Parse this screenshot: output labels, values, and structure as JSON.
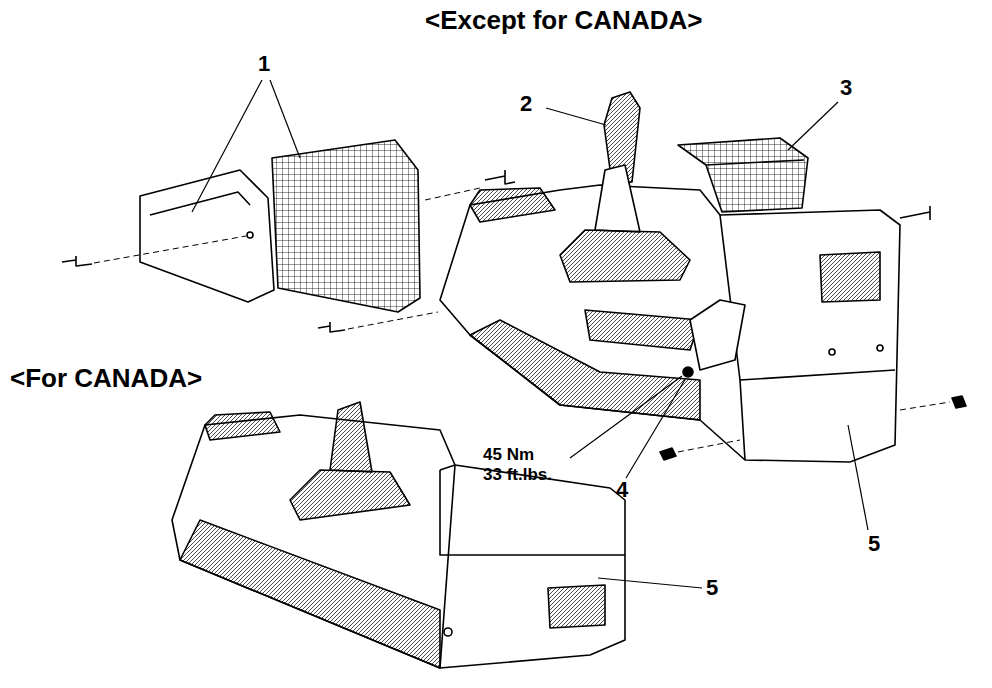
{
  "diagram": {
    "labels": [
      "<Except for CANADA>",
      "<For CANADA>",
      "1",
      "2",
      "3",
      "45 Nm",
      "33 ft.lbs.",
      "4",
      "5",
      "5"
    ]
  }
}
